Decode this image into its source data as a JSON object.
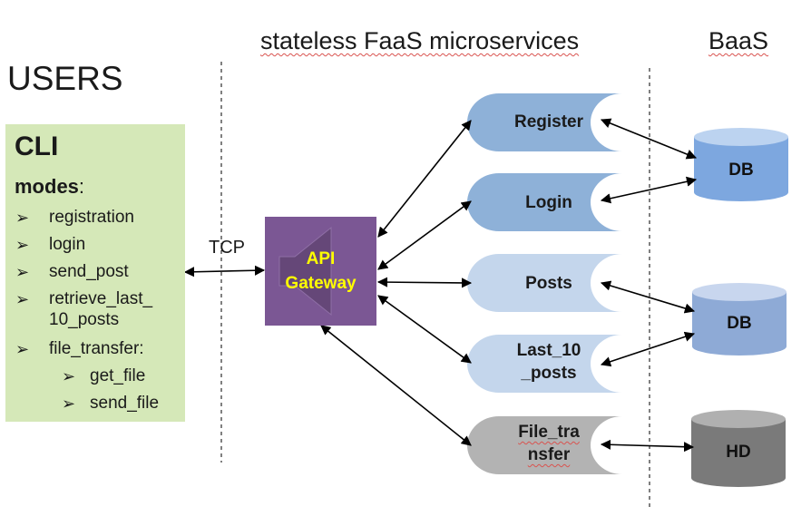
{
  "headers": {
    "faas": "stateless FaaS microservices",
    "baas": "BaaS",
    "users": "USERS"
  },
  "cli": {
    "title": "CLI",
    "modes_label": "modes",
    "modes_colon": ":",
    "modes": [
      "registration",
      "login",
      "send_post",
      "retrieve_last_\n10_posts",
      "file_transfer:"
    ],
    "submodes": [
      "get_file",
      "send_file"
    ]
  },
  "connection": {
    "tcp": "TCP"
  },
  "gateway": {
    "line1": "API",
    "line2": "Gateway"
  },
  "services": {
    "register": "Register",
    "login": "Login",
    "posts": "Posts",
    "last10": "Last_10\n_posts",
    "file_transfer": "File_tra\nnsfer"
  },
  "storage": {
    "db1": "DB",
    "db2": "DB",
    "hd": "HD"
  },
  "colors": {
    "cli_panel": "#d5e8b8",
    "gateway": "#7b5794",
    "gateway_text": "#ffff00",
    "service_dark": "#8eb1d8",
    "service_light": "#c4d6ec",
    "service_gray": "#b3b3b3",
    "db_blue": "#7da7df",
    "db_mid": "#8eaad6",
    "hd_gray": "#7a7a7a"
  }
}
